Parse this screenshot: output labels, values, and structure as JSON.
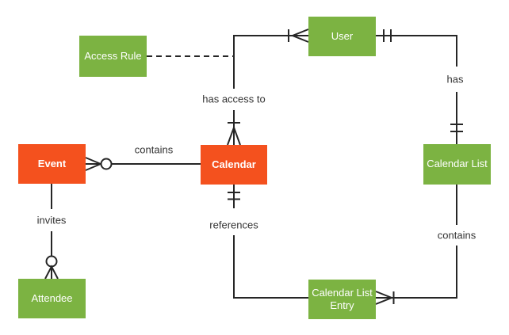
{
  "diagram": {
    "type": "entity-relationship",
    "colors": {
      "primary_entity_fill": "#f4511e",
      "secondary_entity_fill": "#7cb342",
      "entity_text": "#ffffff",
      "connector": "#262626",
      "label_text": "#333333",
      "background": "#ffffff"
    },
    "entities": {
      "event": {
        "label": "Event",
        "kind": "primary"
      },
      "calendar": {
        "label": "Calendar",
        "kind": "primary"
      },
      "access_rule": {
        "label": "Access Rule",
        "kind": "secondary"
      },
      "user": {
        "label": "User",
        "kind": "secondary"
      },
      "calendar_list": {
        "label": "Calendar List",
        "kind": "secondary"
      },
      "attendee": {
        "label": "Attendee",
        "kind": "secondary"
      },
      "calendar_list_entry": {
        "label": "Calendar List Entry",
        "kind": "secondary"
      }
    },
    "relationships": {
      "event_calendar": {
        "label": "contains",
        "from": "Event",
        "to": "Calendar",
        "cardinality_at_event": "zero-or-many"
      },
      "calendar_user": {
        "label": "has access to",
        "from": "Calendar",
        "to": "User",
        "cardinality_at_calendar": "one-or-many",
        "cardinality_at_user": "one-or-many"
      },
      "user_calendar_list": {
        "label": "has",
        "from": "User",
        "to": "Calendar List",
        "cardinality_at_user": "exactly-one",
        "cardinality_at_calendar_list": "exactly-one"
      },
      "calendar_list_entry_contains": {
        "label": "contains",
        "from": "Calendar List",
        "to": "Calendar List Entry",
        "cardinality_at_entry": "one-or-many"
      },
      "calendar_references_entry": {
        "label": "references",
        "from": "Calendar",
        "to": "Calendar List Entry",
        "cardinality_at_calendar": "exactly-one"
      },
      "event_attendee": {
        "label": "invites",
        "from": "Event",
        "to": "Attendee",
        "cardinality_at_attendee": "zero-or-many"
      },
      "access_rule_link": {
        "label": "",
        "from": "Access Rule",
        "to": "calendar_user relationship",
        "style": "dashed"
      }
    }
  }
}
